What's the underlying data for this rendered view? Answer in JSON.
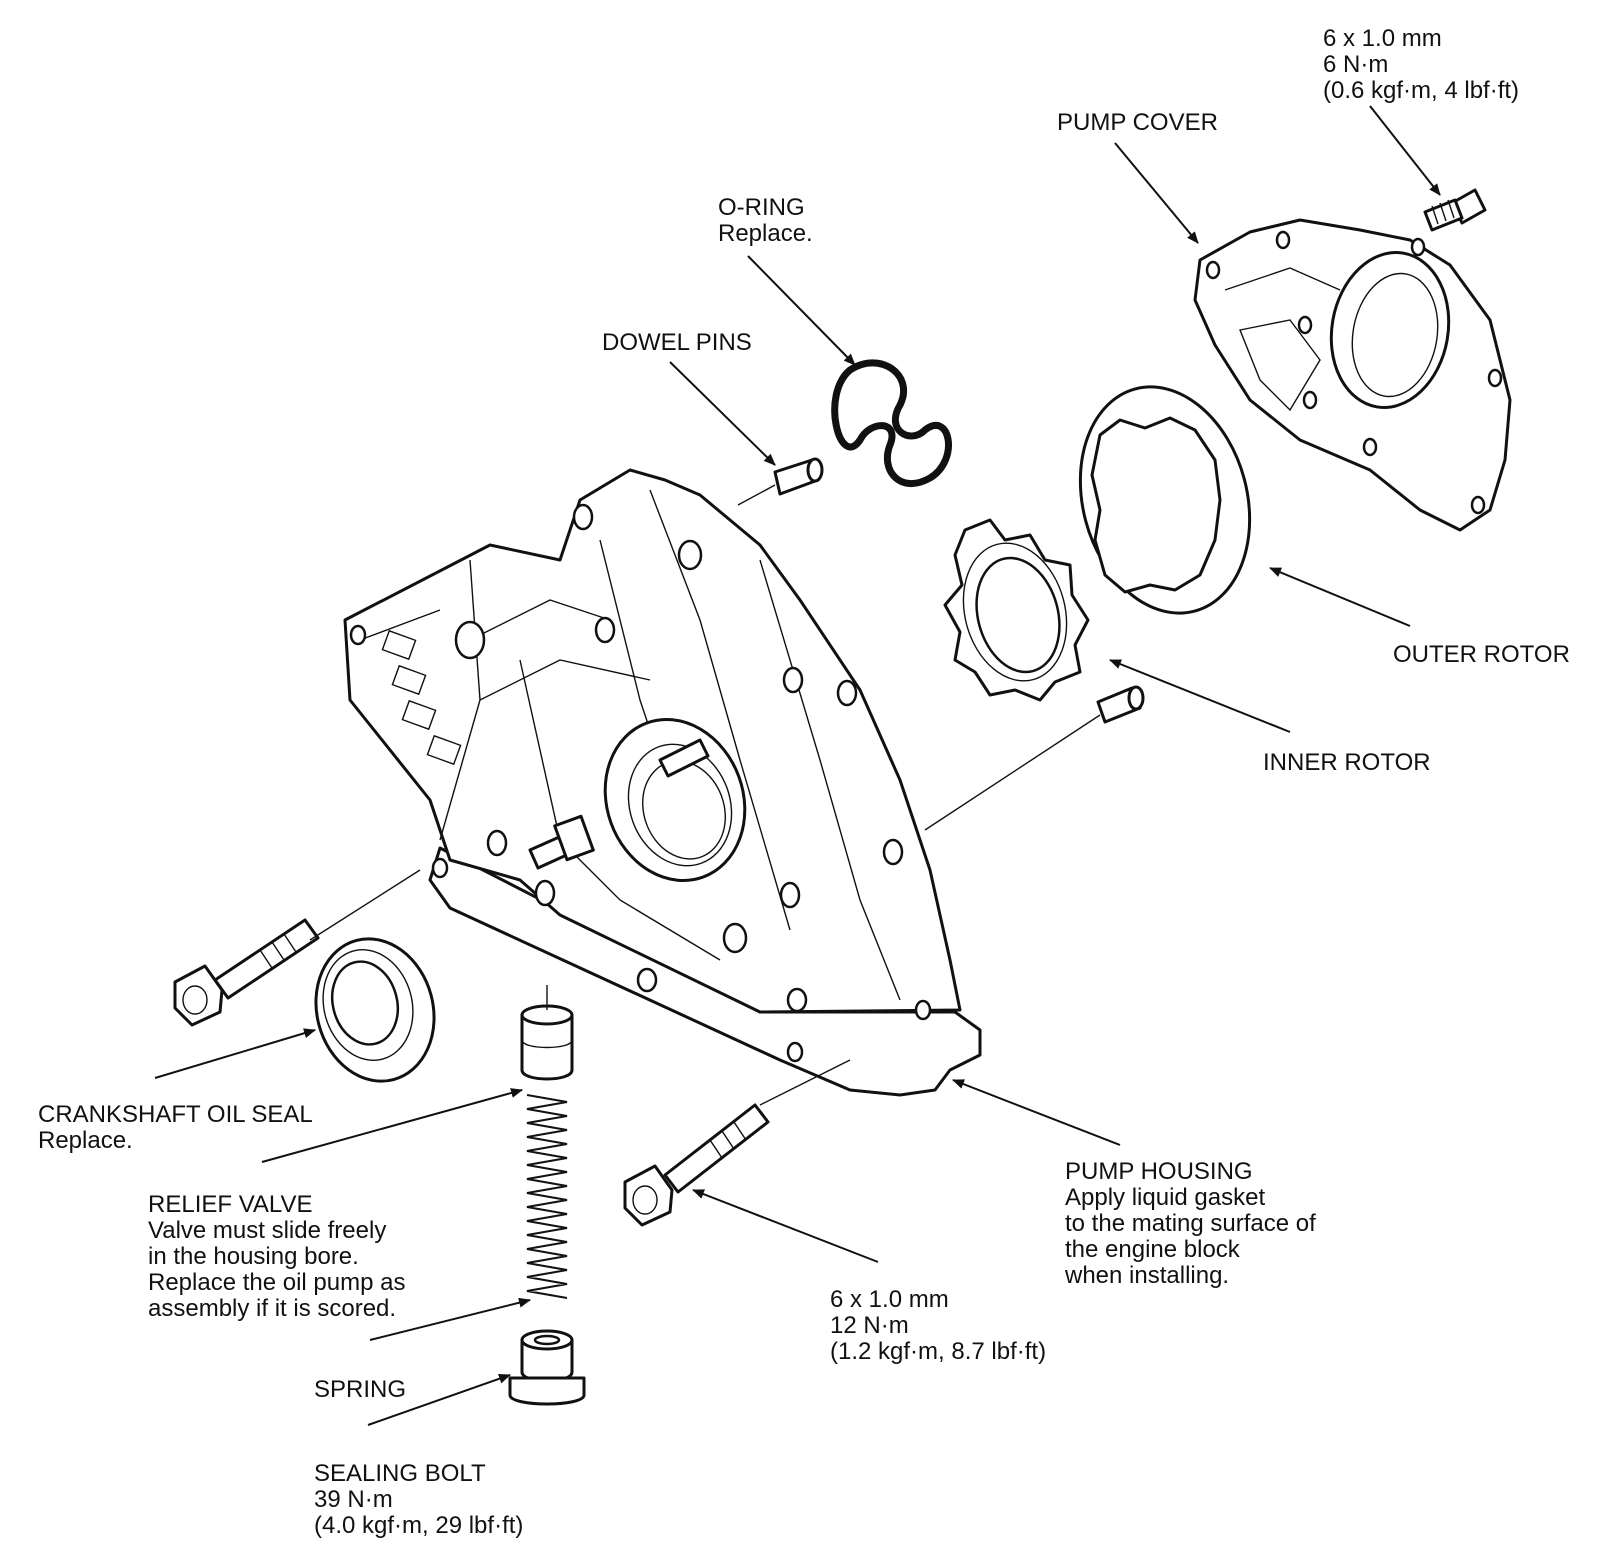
{
  "labels": {
    "bolt_top": {
      "size": "6 x 1.0 mm",
      "torque": "6 N·m",
      "torque_alt": "(0.6 kgf·m, 4 lbf·ft)"
    },
    "pump_cover": {
      "name": "PUMP COVER"
    },
    "o_ring": {
      "name": "O-RING",
      "note": "Replace."
    },
    "dowel_pins": {
      "name": "DOWEL PINS"
    },
    "outer_rotor": {
      "name": "OUTER ROTOR"
    },
    "inner_rotor": {
      "name": "INNER ROTOR"
    },
    "crankshaft_oil_seal": {
      "name": "CRANKSHAFT OIL SEAL",
      "note": "Replace."
    },
    "relief_valve": {
      "name": "RELIEF VALVE",
      "note": [
        "Valve must slide freely",
        "in the housing bore.",
        "Replace the oil pump as",
        "assembly if it is scored."
      ]
    },
    "spring": {
      "name": "SPRING"
    },
    "sealing_bolt": {
      "name": "SEALING BOLT",
      "torque": "39 N·m",
      "torque_alt": "(4.0 kgf·m, 29 lbf·ft)"
    },
    "bolt_bottom": {
      "size": "6 x 1.0 mm",
      "torque": "12 N·m",
      "torque_alt": "(1.2 kgf·m, 8.7 lbf·ft)"
    },
    "pump_housing": {
      "name": "PUMP HOUSING",
      "note": [
        "Apply liquid gasket",
        "to the mating surface of",
        "the engine block",
        "when installing."
      ]
    }
  }
}
